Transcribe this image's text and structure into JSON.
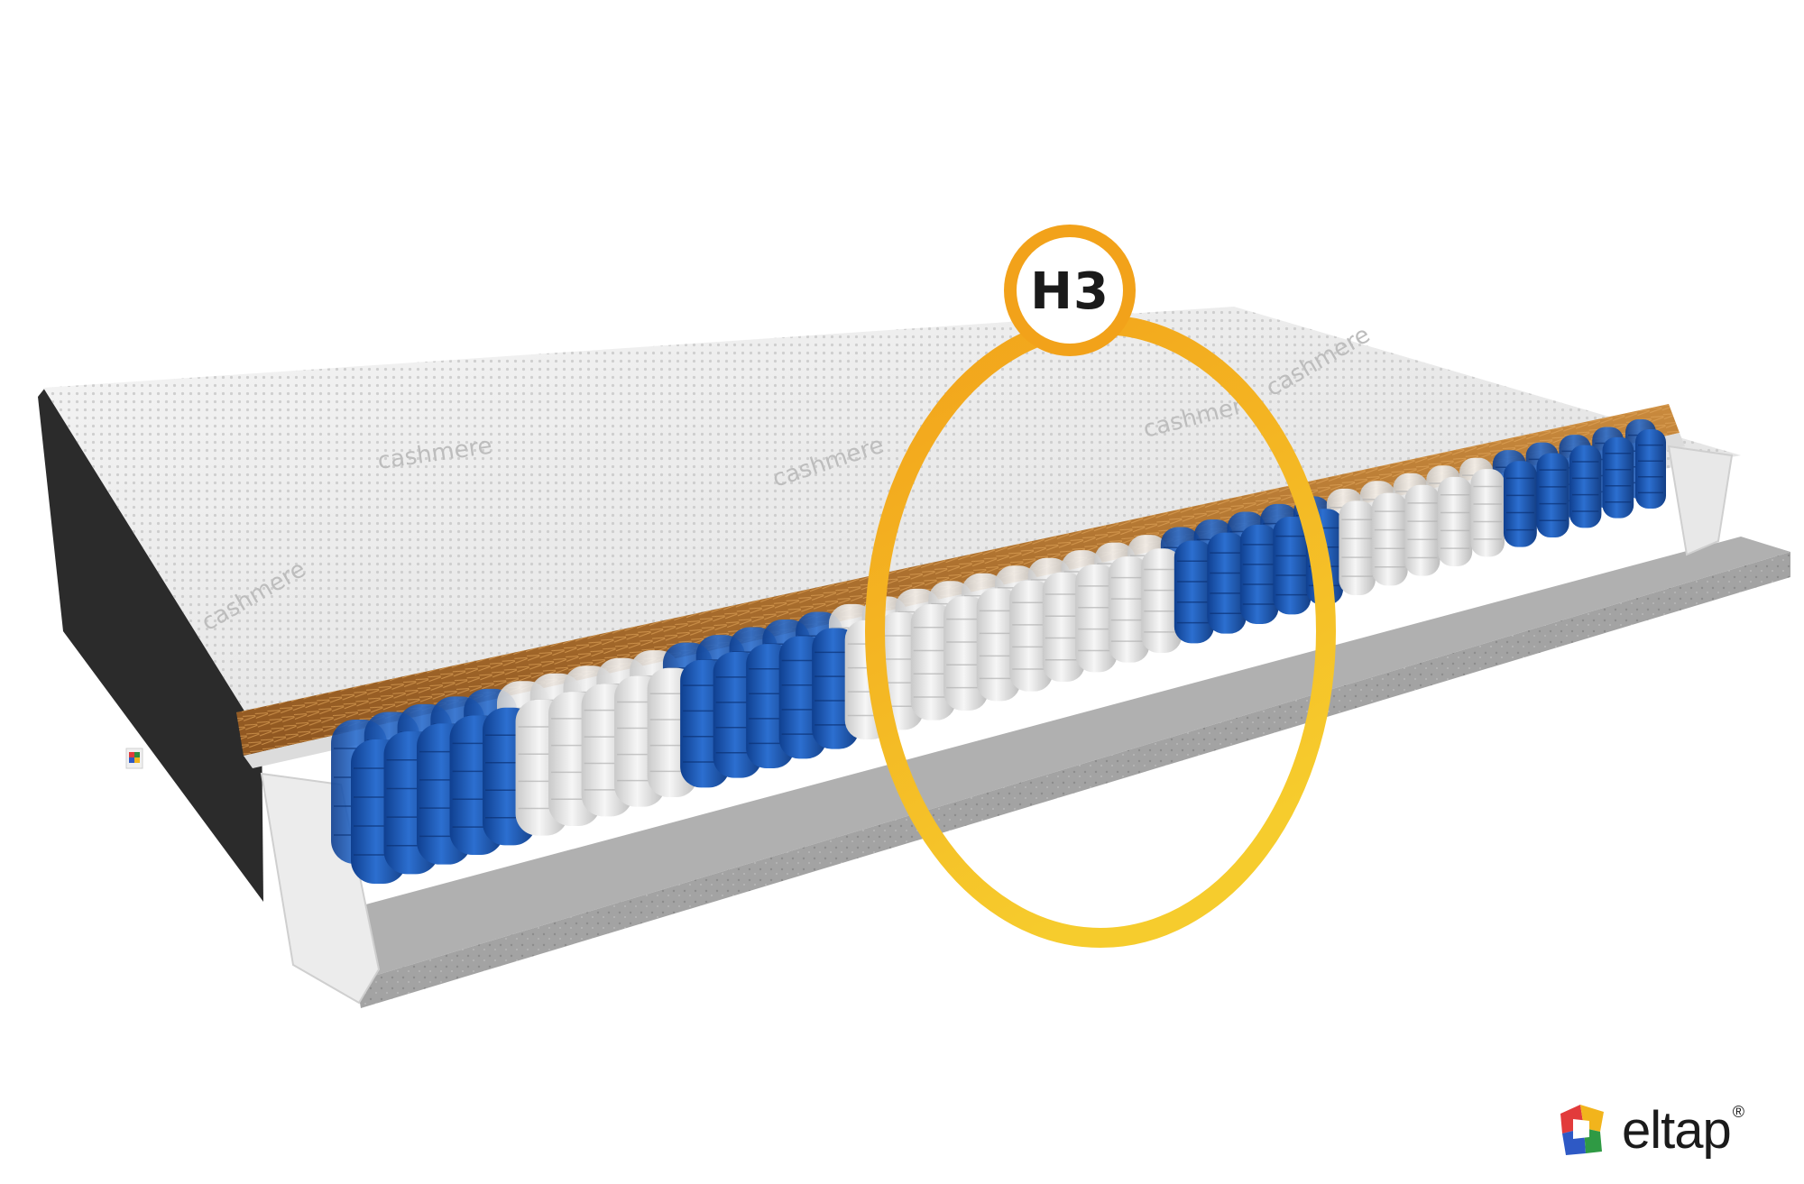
{
  "image": {
    "subject": "pocket spring mattress cutaway",
    "firmness_badge": "H3",
    "cover_print": "cashmere",
    "colors": {
      "badge_ring": "#f2a21a",
      "badge_ring_end": "#f6cc2d",
      "spring_blue": "#1f5bb7",
      "spring_white": "#eaeaea",
      "coconut_layer": "#b9762e",
      "side_border": "#2b2b2b",
      "base_felt": "#9a9a9a"
    },
    "spring_zone_pattern": [
      "blue",
      "white",
      "blue",
      "white",
      "white",
      "blue",
      "white",
      "blue"
    ]
  },
  "brand": {
    "name": "eltap",
    "registered": "®",
    "logo_icon": "eltap-color-cube-icon"
  }
}
